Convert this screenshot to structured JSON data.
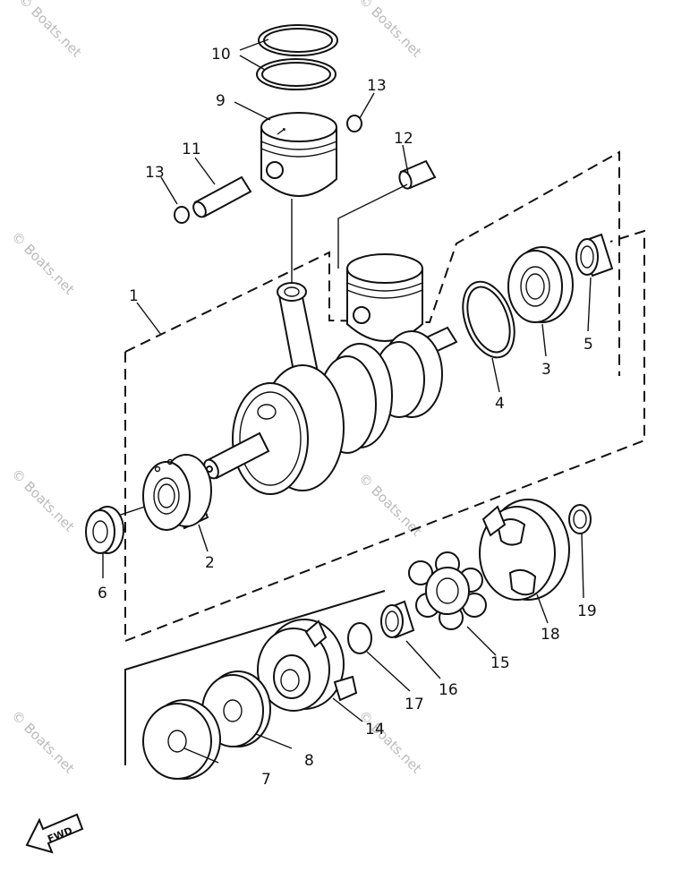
{
  "diagram": {
    "callouts": [
      "1",
      "2",
      "3",
      "4",
      "5",
      "6",
      "7",
      "8",
      "9",
      "10",
      "11",
      "12",
      "13",
      "13",
      "14",
      "15",
      "16",
      "17",
      "18",
      "19"
    ],
    "fwd_label": "FWD",
    "watermark": "© Boats.net"
  },
  "colors": {
    "ink": "#111111",
    "paper": "#ffffff",
    "watermark": "#bbbbbb"
  }
}
